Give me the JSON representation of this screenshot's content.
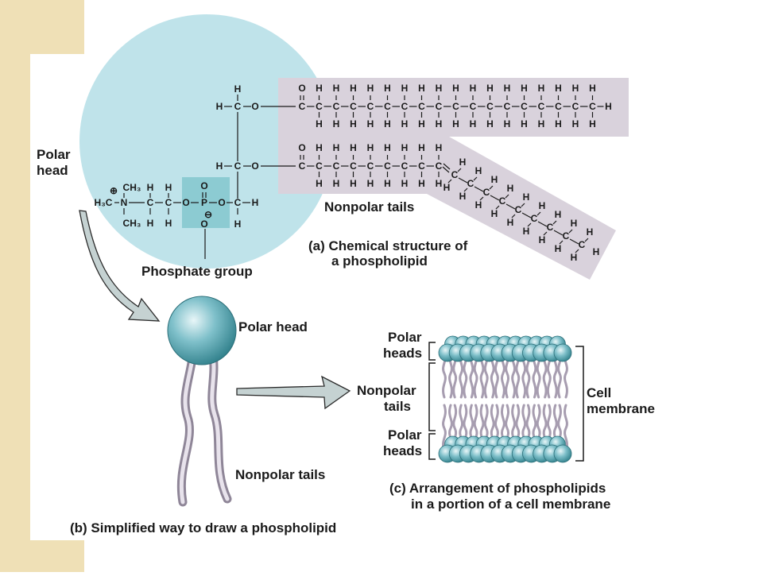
{
  "colors": {
    "page_bg": "#ffffff",
    "left_strip": "#efe0b6",
    "panel_bg": "#ffffff",
    "head_circle": "#bfe3ea",
    "tail_band": "#d9d2dc",
    "phosphate_box": "#8ccbd2",
    "ball": "#5fa9b4",
    "tail_stroke": "#b8aec0",
    "arrow_fill": "#c5d2d2"
  },
  "labels": {
    "polar_head_a": [
      "Polar",
      "head"
    ],
    "phosphate_group": "Phosphate group",
    "nonpolar_tails_a": "Nonpolar tails",
    "caption_a": [
      "(a) Chemical structure of",
      "a phospholipid"
    ],
    "polar_head_b": "Polar head",
    "nonpolar_tails_b": "Nonpolar tails",
    "caption_b": "(b) Simplified way to draw a phospholipid",
    "polar_heads_top": [
      "Polar",
      "heads"
    ],
    "nonpolar_tails_c": [
      "Nonpolar",
      "tails"
    ],
    "polar_heads_bottom": [
      "Polar",
      "heads"
    ],
    "cell_membrane": [
      "Cell",
      "membrane"
    ],
    "caption_c": [
      "(c) Arrangement of phospholipids",
      "in a portion of a cell membrane"
    ]
  },
  "chem": {
    "tail1_carbon_count": 18,
    "tail2_straight_carbons": 9,
    "tail2_kinked_carbons": 9,
    "head_group": {
      "plus": "⊕",
      "minus": "⊖",
      "h3c": "H₃C",
      "ch3": "CH₃",
      "n": "N",
      "c": "C",
      "h": "H",
      "o": "O",
      "p": "P",
      "double_o": "O"
    }
  },
  "membrane": {
    "heads_per_row": 12
  }
}
